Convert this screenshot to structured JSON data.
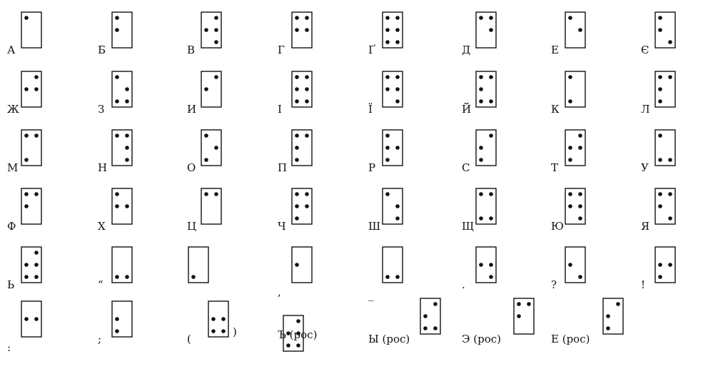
{
  "colors": {
    "ink": "#111111",
    "background": "#ffffff"
  },
  "letters": [
    {
      "label": "А",
      "dots": [
        1
      ]
    },
    {
      "label": "Б",
      "dots": [
        1,
        2
      ]
    },
    {
      "label": "В",
      "dots": [
        2,
        4,
        5,
        6
      ]
    },
    {
      "label": "Г",
      "dots": [
        1,
        2,
        4,
        5
      ]
    },
    {
      "label": "Ґ",
      "dots": [
        1,
        2,
        3,
        4,
        5,
        6
      ]
    },
    {
      "label": "Д",
      "dots": [
        1,
        4,
        5
      ]
    },
    {
      "label": "Е",
      "dots": [
        1,
        5
      ]
    },
    {
      "label": "Є",
      "dots": [
        1,
        2,
        6
      ]
    },
    {
      "label": "Ж",
      "dots": [
        2,
        4,
        5
      ]
    },
    {
      "label": "З",
      "dots": [
        1,
        3,
        5,
        6
      ]
    },
    {
      "label": "И",
      "dots": [
        2,
        4
      ]
    },
    {
      "label": "І",
      "dots": [
        1,
        2,
        3,
        4,
        5,
        6
      ]
    },
    {
      "label": "Ї",
      "dots": [
        1,
        2,
        4,
        5,
        6
      ]
    },
    {
      "label": "Й",
      "dots": [
        1,
        2,
        3,
        4,
        6
      ]
    },
    {
      "label": "К",
      "dots": [
        1,
        3
      ]
    },
    {
      "label": "Л",
      "dots": [
        1,
        2,
        3,
        4
      ]
    },
    {
      "label": "М",
      "dots": [
        1,
        3,
        4
      ]
    },
    {
      "label": "Н",
      "dots": [
        1,
        4,
        5,
        6
      ]
    },
    {
      "label": "О",
      "dots": [
        1,
        3,
        5
      ]
    },
    {
      "label": "П",
      "dots": [
        1,
        2,
        3,
        4
      ]
    },
    {
      "label": "Р",
      "dots": [
        1,
        2,
        3,
        5
      ]
    },
    {
      "label": "С",
      "dots": [
        2,
        3,
        4
      ]
    },
    {
      "label": "Т",
      "dots": [
        2,
        3,
        4,
        5
      ]
    },
    {
      "label": "У",
      "dots": [
        1,
        3,
        6
      ]
    },
    {
      "label": "Ф",
      "dots": [
        1,
        2,
        4
      ]
    },
    {
      "label": "Х",
      "dots": [
        1,
        2,
        5
      ]
    },
    {
      "label": "Ц",
      "dots": [
        1,
        4
      ]
    },
    {
      "label": "Ч",
      "dots": [
        1,
        2,
        3,
        4,
        5
      ]
    },
    {
      "label": "Ш",
      "dots": [
        1,
        5,
        6
      ]
    },
    {
      "label": "Щ",
      "dots": [
        1,
        3,
        4,
        6
      ]
    },
    {
      "label": "Ю",
      "dots": [
        1,
        2,
        4,
        5,
        6
      ]
    },
    {
      "label": "Я",
      "dots": [
        1,
        2,
        4,
        6
      ]
    },
    {
      "label": "Ь",
      "dots": [
        2,
        3,
        4,
        5,
        6
      ]
    },
    {
      "label": "“",
      "dots": [
        3,
        6
      ]
    },
    {
      "label": "",
      "dots": [
        3
      ]
    },
    {
      "label": ",",
      "dots": [
        2
      ]
    },
    {
      "label": "_",
      "dots": [
        3,
        6
      ]
    },
    {
      "label": ".",
      "dots": [
        2,
        5,
        6
      ]
    },
    {
      "label": "?",
      "dots": [
        2,
        6
      ]
    },
    {
      "label": "!",
      "dots": [
        2,
        3,
        5
      ]
    },
    {
      "label": ":",
      "dots": [
        2,
        5
      ]
    },
    {
      "label": ";",
      "dots": [
        2,
        3
      ]
    },
    {
      "label": "(",
      "trailing": ")",
      "dots": [
        2,
        3,
        5,
        6
      ]
    },
    {
      "label": "Ъ (рос)",
      "dots": [
        2,
        3,
        4,
        5,
        6
      ]
    },
    {
      "label": "Ы (рос)",
      "dots": [
        2,
        3,
        4,
        6
      ]
    },
    {
      "label": "Э (рос)",
      "dots": [
        1,
        2,
        4
      ]
    },
    {
      "label": "Е (рос)",
      "dots": [
        2,
        3,
        4
      ]
    }
  ]
}
